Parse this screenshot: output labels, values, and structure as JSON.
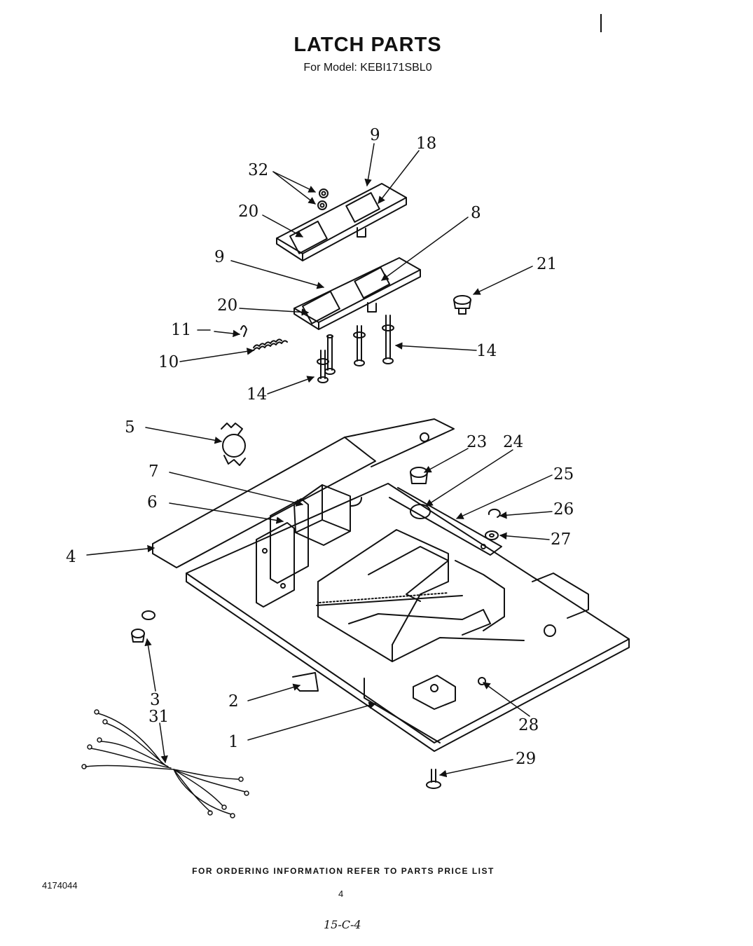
{
  "header": {
    "title": "LATCH PARTS",
    "model": "For Model: KEBI171SBL0"
  },
  "callouts": [
    {
      "id": "32",
      "label": "32"
    },
    {
      "id": "9a",
      "label": "9"
    },
    {
      "id": "18",
      "label": "18"
    },
    {
      "id": "20a",
      "label": "20"
    },
    {
      "id": "8",
      "label": "8"
    },
    {
      "id": "9b",
      "label": "9"
    },
    {
      "id": "21",
      "label": "21"
    },
    {
      "id": "20b",
      "label": "20"
    },
    {
      "id": "11",
      "label": "11"
    },
    {
      "id": "10",
      "label": "10"
    },
    {
      "id": "14a",
      "label": "14"
    },
    {
      "id": "14b",
      "label": "14"
    },
    {
      "id": "5",
      "label": "5"
    },
    {
      "id": "23",
      "label": "23"
    },
    {
      "id": "24",
      "label": "24"
    },
    {
      "id": "7",
      "label": "7"
    },
    {
      "id": "25",
      "label": "25"
    },
    {
      "id": "6",
      "label": "6"
    },
    {
      "id": "26",
      "label": "26"
    },
    {
      "id": "27",
      "label": "27"
    },
    {
      "id": "4",
      "label": "4"
    },
    {
      "id": "3",
      "label": "3"
    },
    {
      "id": "31",
      "label": "31"
    },
    {
      "id": "2",
      "label": "2"
    },
    {
      "id": "28",
      "label": "28"
    },
    {
      "id": "1",
      "label": "1"
    },
    {
      "id": "29",
      "label": "29"
    }
  ],
  "footer": {
    "ordering_note": "FOR ORDERING INFORMATION REFER TO PARTS PRICE LIST",
    "doc_number": "4174044",
    "page_number": "4",
    "handwritten_note": "15-C-4"
  }
}
